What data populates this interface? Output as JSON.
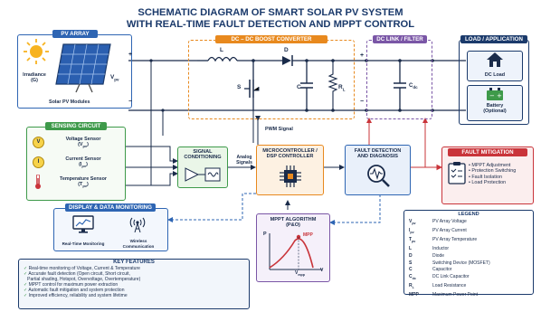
{
  "title": {
    "line1": "SCHEMATIC DIAGRAM OF SMART SOLAR PV SYSTEM",
    "line2": "WITH REAL-TIME FAULT DETECTION AND MPPT CONTROL"
  },
  "pv": {
    "header": "PV ARRAY",
    "irradiance_line1": "Irradiance",
    "irradiance_line2": "(G)",
    "vpv": "V",
    "vpv_sub": "pv",
    "plus": "+",
    "minus": "−",
    "caption": "Solar PV Modules"
  },
  "dcdc": {
    "header": "DC – DC BOOST CONVERTER",
    "L": "L",
    "D": "D",
    "S": "S",
    "C": "C",
    "RL": "R",
    "RL_sub": "L",
    "plus": "+",
    "minus": "−"
  },
  "dclink": {
    "header": "DC LINK / FILTER",
    "cdc": "C",
    "cdc_sub": "dc"
  },
  "load": {
    "header": "LOAD / APPLICATION",
    "dc_load": "DC Load",
    "battery": "Battery",
    "battery_opt": "(Optional)"
  },
  "sensing": {
    "header": "SENSING CIRCUIT",
    "items": [
      {
        "badge": "V",
        "line1": "Voltage Sensor",
        "line2": "(V",
        "sub": "pv",
        "close": ")"
      },
      {
        "badge": "I",
        "line1": "Current Sensor",
        "line2": "(I",
        "sub": "pv",
        "close": ")"
      },
      {
        "badge": "",
        "line1": "Temperature Sensor",
        "line2": "(T",
        "sub": "pv",
        "close": ")"
      }
    ]
  },
  "signal": {
    "line1": "SIGNAL",
    "line2": "CONDITIONING",
    "analog1": "Analog",
    "analog2": "Signals"
  },
  "mcu": {
    "line1": "MICROCONTROLLER /",
    "line2": "DSP CONTROLLER",
    "pwm": "PWM Signal"
  },
  "fault": {
    "line1": "FAULT DETECTION",
    "line2": "AND DIAGNOSIS"
  },
  "mitigation": {
    "header": "FAULT MITIGATION",
    "items": [
      "MPPT Adjustment",
      "Protection Switching",
      "Fault Isolation",
      "Load Protection"
    ]
  },
  "display": {
    "header": "DISPLAY & DATA MONITORING",
    "item1": "Real-Time Monitoring",
    "item2a": "Wireless",
    "item2b": "Communication"
  },
  "mppt": {
    "line1": "MPPT ALGORITHM",
    "line2": "(P&O)",
    "P": "P",
    "MPP": "MPP",
    "Vmpp": "V",
    "Vmpp_sub": "mpp",
    "V": "V"
  },
  "features": {
    "header": "KEY FEATURES",
    "items": [
      "Real-time monitoring of Voltage, Current & Temperature",
      "Accurate fault detection (Open circuit, Short circuit,",
      "Partial shading, Hotspot, Overvoltage, Overtemperature)",
      "MPPT control for maximum power extraction",
      "Automatic fault mitigation and system protection",
      "Improved efficiency, reliability and system lifetime"
    ]
  },
  "legend": {
    "header": "LEGEND",
    "rows": [
      {
        "sym": "V",
        "sub": "pv",
        "desc": "PV Array Voltage"
      },
      {
        "sym": "I",
        "sub": "pv",
        "desc": "PV Array Current"
      },
      {
        "sym": "T",
        "sub": "pv",
        "desc": "PV Array Temperature"
      },
      {
        "sym": "L",
        "sub": "",
        "desc": "Inductor"
      },
      {
        "sym": "D",
        "sub": "",
        "desc": "Diode"
      },
      {
        "sym": "S",
        "sub": "",
        "desc": "Switching Device (MOSFET)"
      },
      {
        "sym": "C",
        "sub": "",
        "desc": "Capacitor"
      },
      {
        "sym": "C",
        "sub": "dc",
        "desc": "DC Link Capacitor"
      },
      {
        "sym": "R",
        "sub": "L",
        "desc": "Load Resistance"
      },
      {
        "sym": "MPP",
        "sub": "",
        "desc": "Maximum Power Point"
      }
    ]
  },
  "colors": {
    "navy": "#1b3a6b",
    "green": "#3e9a4a",
    "orange": "#e8891e",
    "purple": "#7a56a6",
    "red": "#c9343a",
    "blue": "#2e65b3"
  }
}
